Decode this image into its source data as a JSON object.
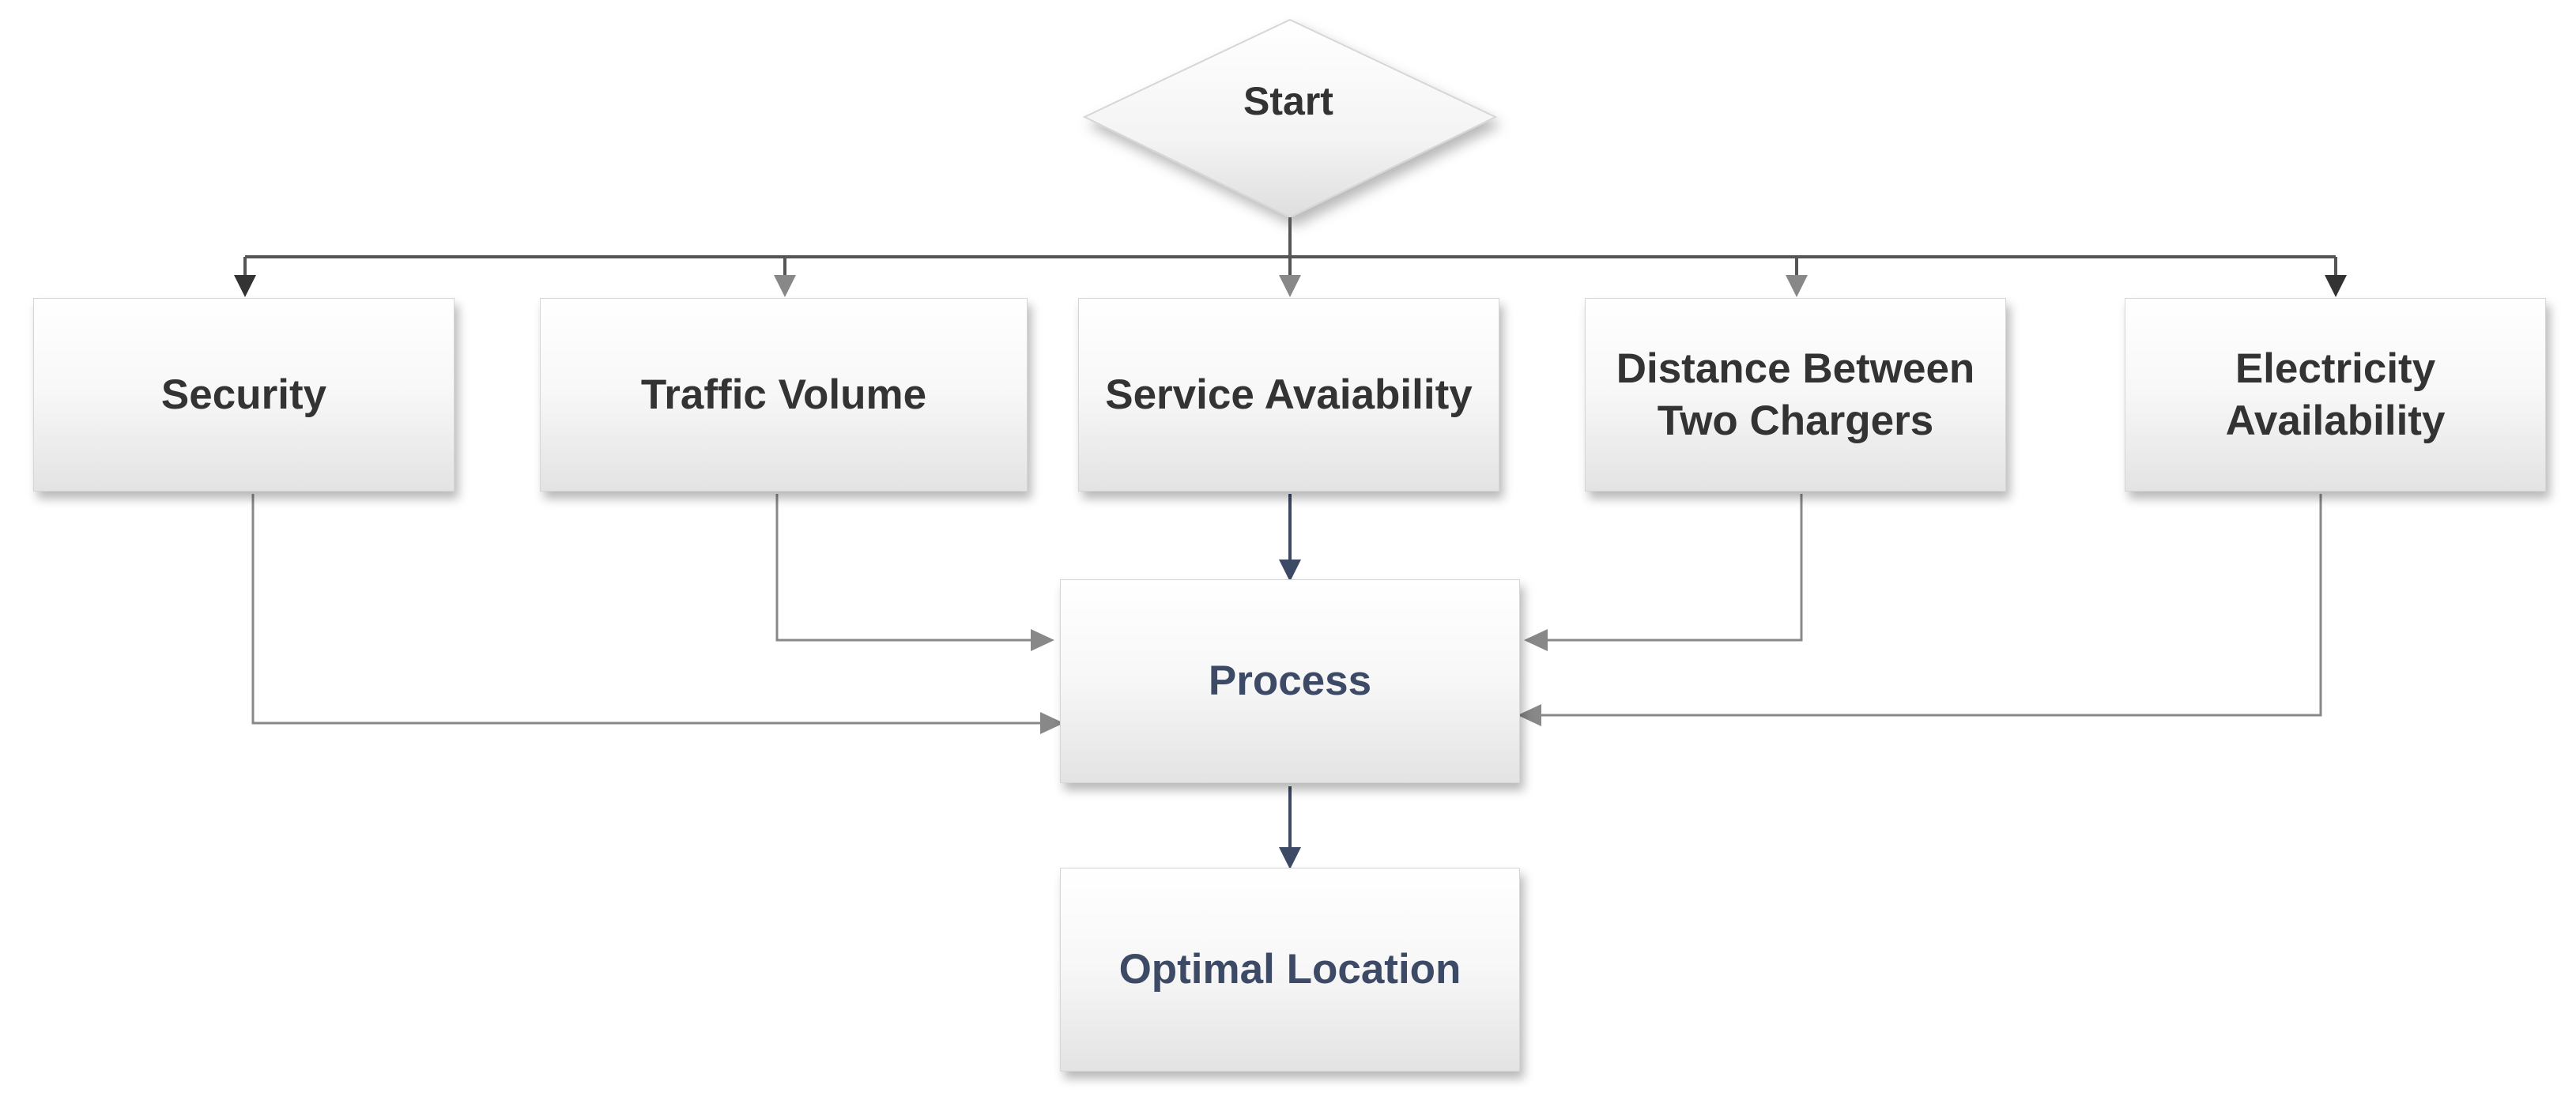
{
  "diagram": {
    "start": "Start",
    "criteria": [
      "Security",
      "Traffic Volume",
      "Service Avaiability",
      "Distance Between\nTwo Chargers",
      "Electricity\nAvailability"
    ],
    "process": "Process",
    "result": "Optimal Location"
  }
}
